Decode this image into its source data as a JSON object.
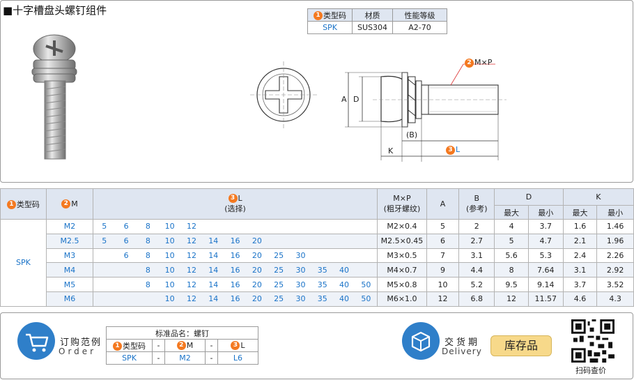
{
  "title": "■十字槽盘头螺钉组件",
  "material_table": {
    "headers": [
      "类型码",
      "材质",
      "性能等级"
    ],
    "row": [
      "SPK",
      "SUS304",
      "A2-70"
    ]
  },
  "drawing": {
    "labels": {
      "mxp": "M×P",
      "A": "A",
      "D": "D",
      "B": "(B)",
      "K": "K",
      "L": "L"
    }
  },
  "spec_table": {
    "headers": {
      "type": "类型码",
      "m": "M",
      "l_title": "L",
      "l_sub": "(选择)",
      "mxp": "M×P",
      "mxp_sub": "(粗牙螺纹)",
      "a": "A",
      "b": "B",
      "b_sub": "(参考)",
      "d": "D",
      "k": "K",
      "max": "最大",
      "min": "最小"
    },
    "type_value": "SPK",
    "rows": [
      {
        "m": "M2",
        "l": [
          "5",
          "6",
          "8",
          "10",
          "12",
          "",
          "",
          "",
          "",
          "",
          "",
          "",
          ""
        ],
        "mxp": "M2×0.4",
        "a": "5",
        "b": "2",
        "dmax": "4",
        "dmin": "3.7",
        "kmax": "1.6",
        "kmin": "1.46"
      },
      {
        "m": "M2.5",
        "l": [
          "5",
          "6",
          "8",
          "10",
          "12",
          "14",
          "16",
          "20",
          "",
          "",
          "",
          "",
          ""
        ],
        "mxp": "M2.5×0.45",
        "a": "6",
        "b": "2.7",
        "dmax": "5",
        "dmin": "4.7",
        "kmax": "2.1",
        "kmin": "1.96"
      },
      {
        "m": "M3",
        "l": [
          "",
          "6",
          "8",
          "10",
          "12",
          "14",
          "16",
          "20",
          "25",
          "30",
          "",
          "",
          ""
        ],
        "mxp": "M3×0.5",
        "a": "7",
        "b": "3.1",
        "dmax": "5.6",
        "dmin": "5.3",
        "kmax": "2.4",
        "kmin": "2.26"
      },
      {
        "m": "M4",
        "l": [
          "",
          "",
          "8",
          "10",
          "12",
          "14",
          "16",
          "20",
          "25",
          "30",
          "35",
          "40",
          ""
        ],
        "mxp": "M4×0.7",
        "a": "9",
        "b": "4.4",
        "dmax": "8",
        "dmin": "7.64",
        "kmax": "3.1",
        "kmin": "2.92"
      },
      {
        "m": "M5",
        "l": [
          "",
          "",
          "8",
          "10",
          "12",
          "14",
          "16",
          "20",
          "25",
          "30",
          "35",
          "40",
          "50"
        ],
        "mxp": "M5×0.8",
        "a": "10",
        "b": "5.2",
        "dmax": "9.5",
        "dmin": "9.14",
        "kmax": "3.7",
        "kmin": "3.52"
      },
      {
        "m": "M6",
        "l": [
          "",
          "",
          "",
          "10",
          "12",
          "14",
          "16",
          "20",
          "25",
          "30",
          "35",
          "40",
          "50"
        ],
        "mxp": "M6×1.0",
        "a": "12",
        "b": "6.8",
        "dmax": "12",
        "dmin": "11.57",
        "kmax": "4.6",
        "kmin": "4.3"
      }
    ]
  },
  "order": {
    "title_cn": "订购范例",
    "title_en": "Order",
    "example_title": "标准品名：螺钉",
    "cols": [
      "类型码",
      "-",
      "M",
      "-",
      "L"
    ],
    "values": [
      "SPK",
      "-",
      "M2",
      "-",
      "L6"
    ]
  },
  "delivery": {
    "title_cn": "交货期",
    "title_en": "Delivery",
    "stock_label": "库存品"
  },
  "qr_caption": "扫码查价",
  "colors": {
    "accent_orange": "#f47920",
    "link_blue": "#1a73c8",
    "header_bg": "#dfe6f1",
    "stock_yellow": "#f7d98a"
  }
}
